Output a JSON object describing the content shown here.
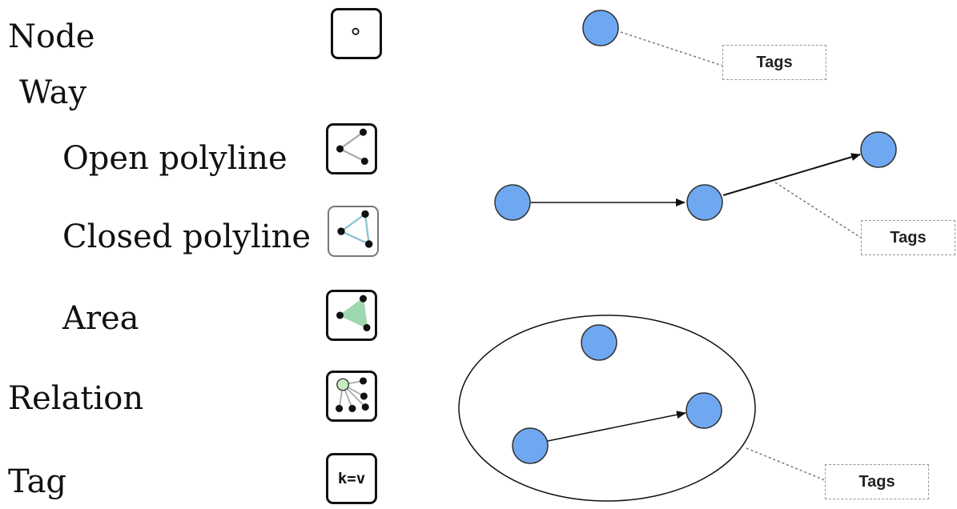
{
  "legend": {
    "node": "Node",
    "way": "Way",
    "open_polyline": "Open polyline",
    "closed_polyline": "Closed polyline",
    "area": "Area",
    "relation": "Relation",
    "tag": "Tag",
    "tag_icon_text": "k=v"
  },
  "examples": {
    "node_tag": "Tags",
    "way_tag": "Tags",
    "relation_tag": "Tags"
  },
  "colors": {
    "node_fill": "#6fa8f0",
    "node_stroke": "#333333",
    "area_fill": "#9fd8b0",
    "closed_line": "#8cc4d4",
    "relation_node_fill": "#c8ecc0"
  },
  "icons": [
    "node-icon",
    "open-polyline-icon",
    "closed-polyline-icon",
    "area-icon",
    "relation-icon",
    "tag-icon"
  ]
}
